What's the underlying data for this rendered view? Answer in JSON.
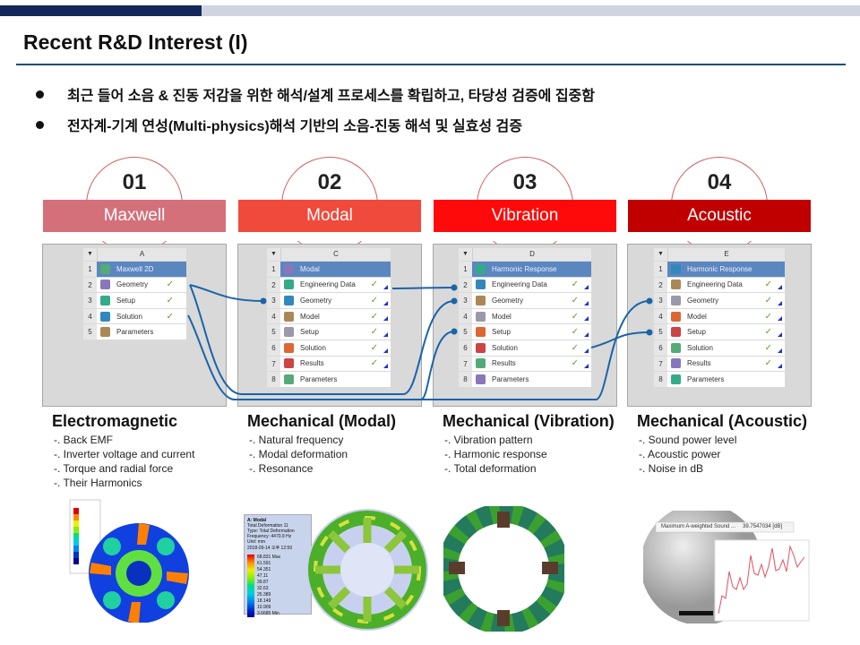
{
  "title": "Recent R&D Interest (I)",
  "bullets": [
    "최근 들어 소음 & 진동 저감을 위한 해석/설계 프로세스를 확립하고, 타당성 검증에 집중함",
    "전자계-기계 연성(Multi-physics)해석 기반의 소음-진동 해석 및 실효성 검증"
  ],
  "stages": [
    {
      "num": "01",
      "label": "Maxwell",
      "color": "#d4707a",
      "col": "A",
      "rows": [
        "Maxwell 2D",
        "Geometry",
        "Setup",
        "Solution",
        "Parameters"
      ],
      "heading": "Electromagnetic",
      "items": [
        "-. Back EMF",
        "-. Inverter voltage  and current",
        "-. Torque  and  radial force",
        "-. Their Harmonics"
      ]
    },
    {
      "num": "02",
      "label": "Modal",
      "color": "#f04a3c",
      "col": "C",
      "rows": [
        "Modal",
        "Engineering Data",
        "Geometry",
        "Model",
        "Setup",
        "Solution",
        "Results",
        "Parameters"
      ],
      "heading": "Mechanical (Modal)",
      "items": [
        "-. Natural frequency",
        "-. Modal deformation",
        "-. Resonance"
      ]
    },
    {
      "num": "03",
      "label": "Vibration",
      "color": "#ff0a0a",
      "col": "D",
      "rows": [
        "Harmonic Response",
        "Engineering Data",
        "Geometry",
        "Model",
        "Setup",
        "Solution",
        "Results",
        "Parameters"
      ],
      "heading": "Mechanical (Vibration)",
      "items": [
        "-. Vibration pattern",
        "-. Harmonic response",
        "-. Total deformation"
      ]
    },
    {
      "num": "04",
      "label": "Acoustic",
      "color": "#c00000",
      "col": "E",
      "rows": [
        "Harmonic Response",
        "Engineering Data",
        "Geometry",
        "Model",
        "Setup",
        "Solution",
        "Results",
        "Parameters"
      ],
      "heading": "Mechanical (Acoustic)",
      "items": [
        "-. Sound power level",
        "-. Acoustic power",
        "-. Noise in dB"
      ]
    }
  ],
  "modal_legend": {
    "lines": [
      "A: Modal",
      "Total Deformation 11",
      "Type: Total Deformation",
      "Frequency: 4470.9 Hz",
      "Unit: mm",
      "2018-09-14 오후 12:59"
    ],
    "values": [
      "68.831 Max",
      "61.591",
      "54.351",
      "47.11",
      "39.87",
      "32.63",
      "25.389",
      "18.149",
      "10.909",
      "3.6685 Min"
    ]
  },
  "acoustic_readout": {
    "label": "Maximum A-weighted Sound ...",
    "value": "39.7547034 [dB]"
  }
}
